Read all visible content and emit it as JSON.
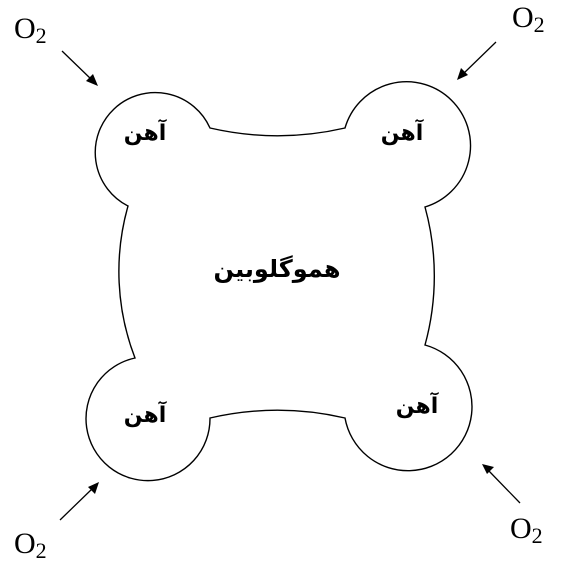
{
  "center_label": "هموگلوبین",
  "iron_labels": {
    "top_left": "آهن",
    "top_right": "آهن",
    "bottom_left": "آهن",
    "bottom_right": "آهن"
  },
  "oxygen": {
    "symbol": "O",
    "subscript": "2"
  },
  "colors": {
    "stroke": "#000000",
    "background": "#ffffff"
  }
}
